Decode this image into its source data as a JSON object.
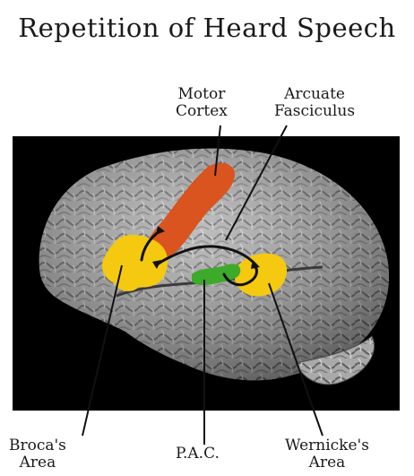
{
  "title": "Repetition of Heard Speech",
  "labels": {
    "motor_cortex": [
      "Motor",
      "Cortex"
    ],
    "arcuate_fasciculus": [
      "Arcuate",
      "Fasciculus"
    ],
    "brocas_area": [
      "Broca's",
      "Area"
    ],
    "pac": "P.A.C.",
    "wernickes_area": [
      "Wernicke's",
      "Area"
    ]
  },
  "colors": {
    "background_panel": "#000000",
    "motor_cortex": "#d9541e",
    "brocas_area": "#f5c90f",
    "wernickes_area": "#f5c90f",
    "pac": "#3daa2a",
    "brain": "#a9a9a9",
    "pathway": "#111111"
  }
}
